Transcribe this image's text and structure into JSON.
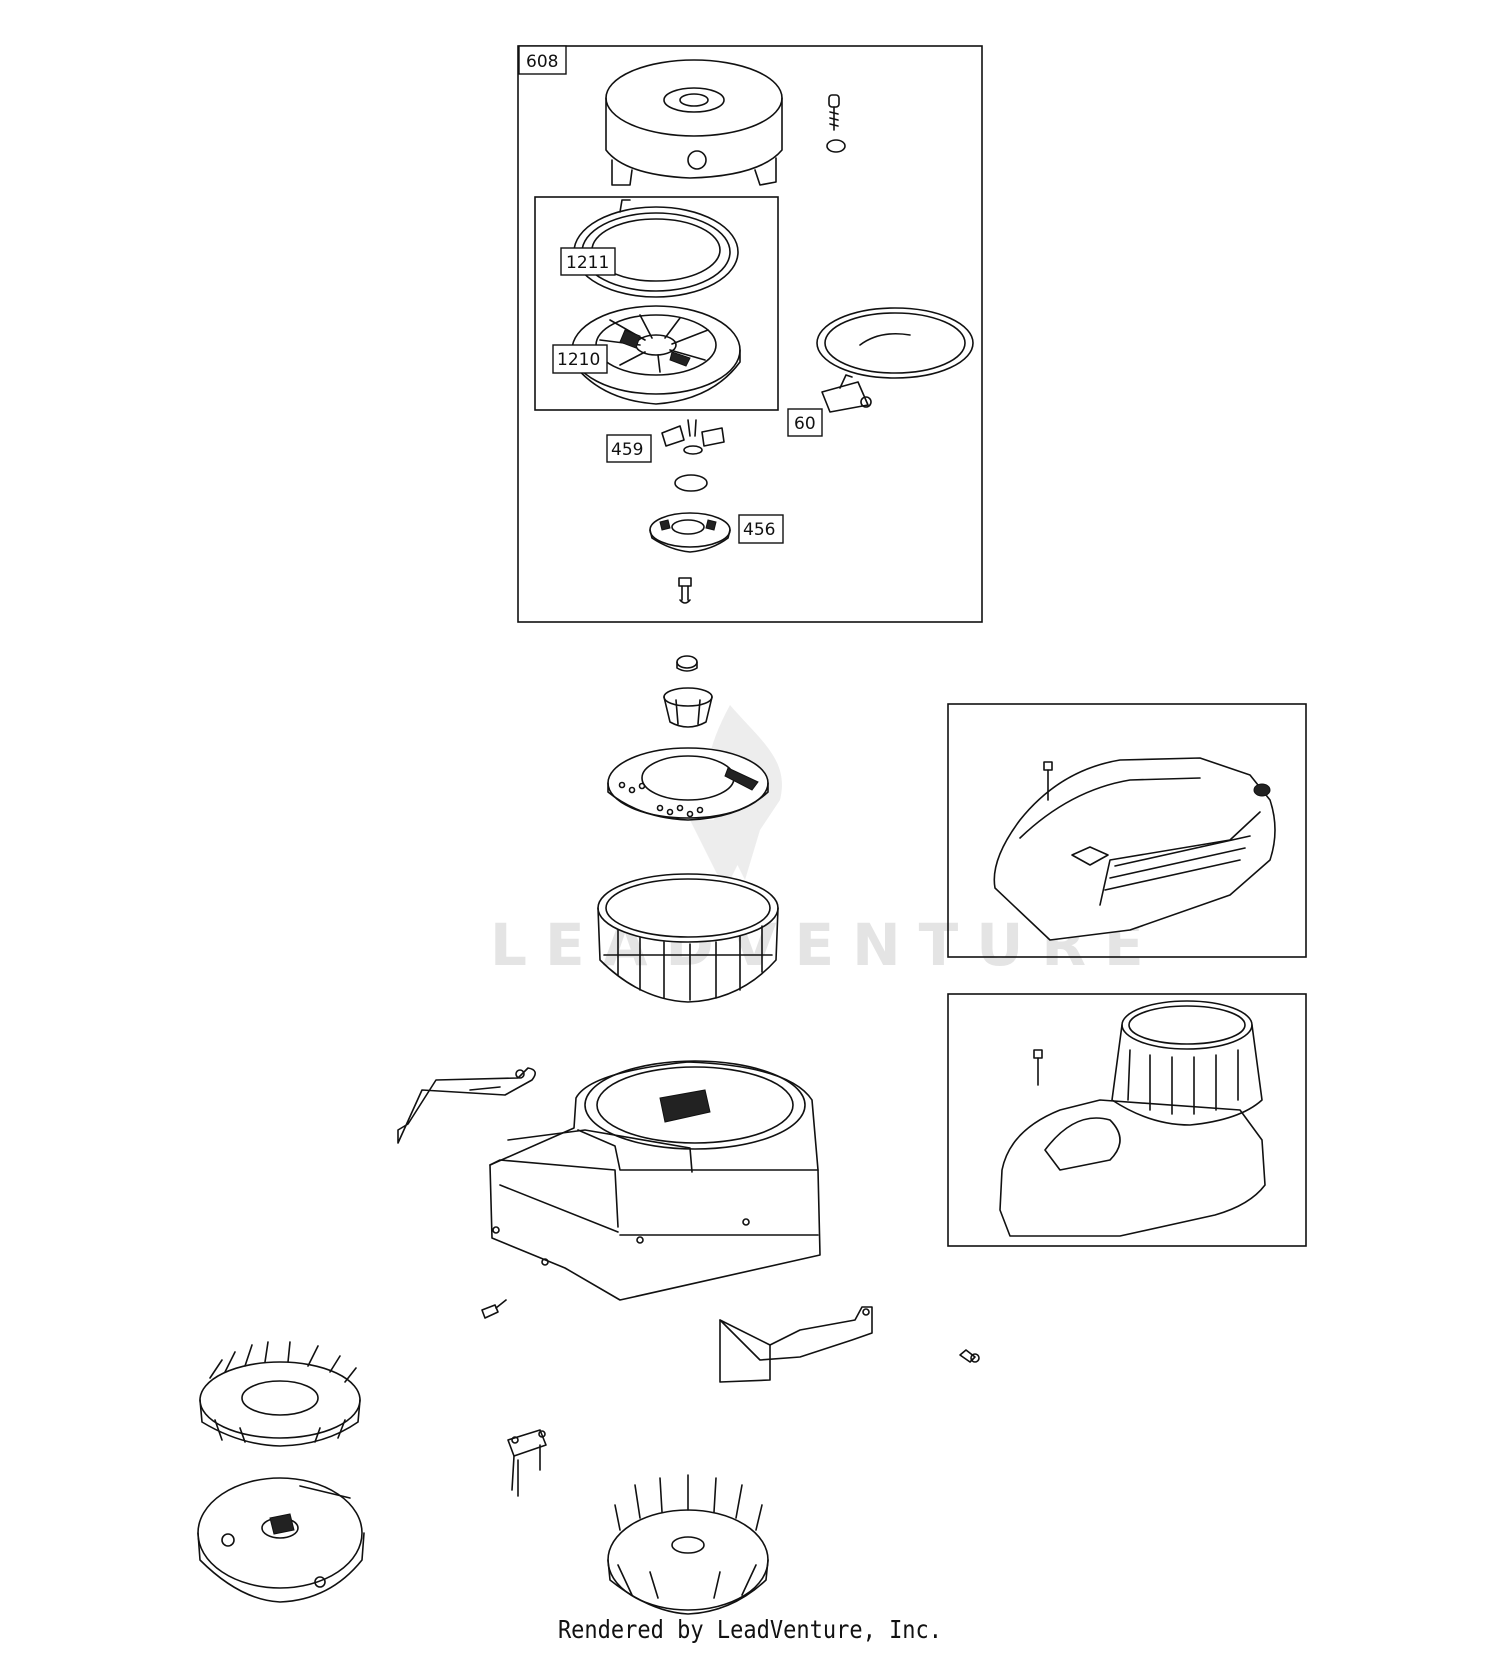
{
  "callouts": {
    "c608": "608",
    "c1211": "1211",
    "c1210": "1210",
    "c60": "60",
    "c459": "459",
    "c456": "456"
  },
  "watermark": "LEADVENTURE",
  "footer": "Rendered by LeadVenture, Inc."
}
